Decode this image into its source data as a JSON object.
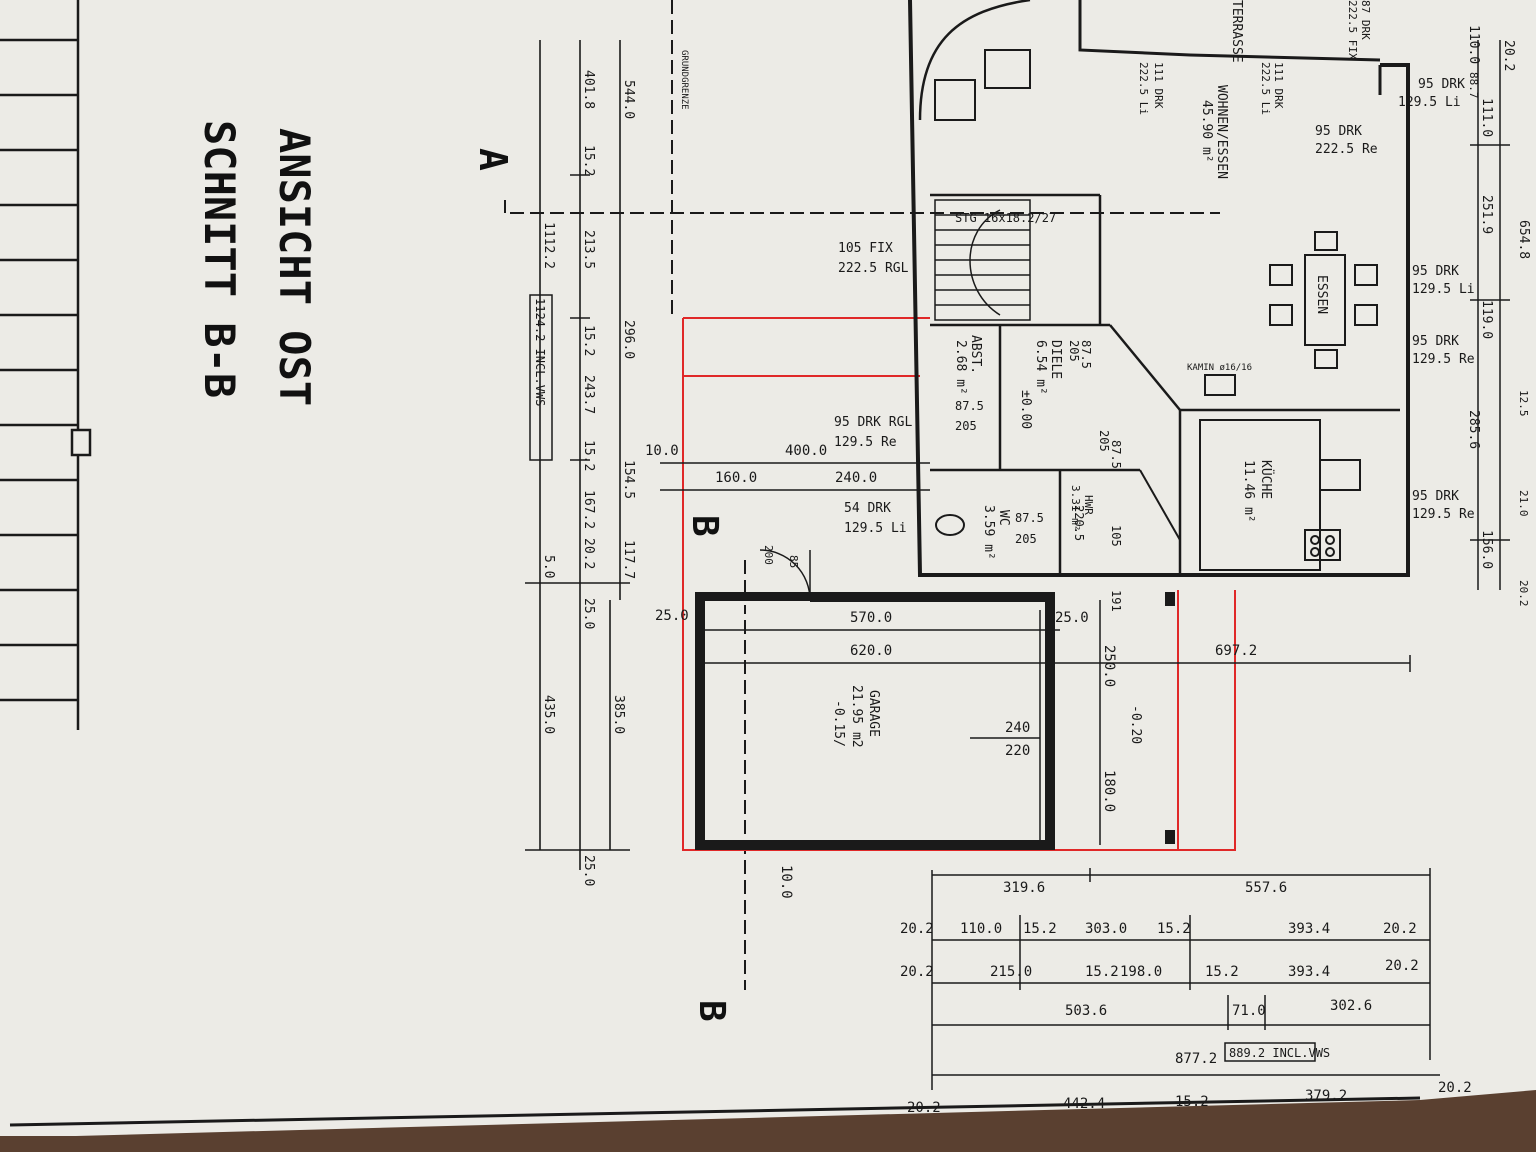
{
  "labels": {
    "title_1": "ANSICHT OST",
    "title_2": "SCHNITT B-B",
    "section_a": "A",
    "section_b_top": "B",
    "section_b_bottom": "B",
    "grundgrenze": "GRUNDGRENZE"
  },
  "rooms": {
    "wohnen": "WOHNEN/ESSEN",
    "wohnen_area": "45.90 m²",
    "essen": "ESSEN",
    "kueche": "KÜCHE",
    "kueche_area": "11.46 m²",
    "diele": "DIELE",
    "diele_area": "6.54 m²",
    "diele_level": "±0.00",
    "abst": "ABST.",
    "abst_area": "2.68 m²",
    "wc": "WC",
    "wc_area": "3.59 m²",
    "hwr": "HWR",
    "hwr_area": "3.31 m²",
    "garage": "GARAGE",
    "garage_area": "21.95 m2",
    "garage_level": "-0.15/",
    "carport_level": "-0.20",
    "kamin": "KAMIN ø16/16",
    "stair": "STG 16x18.2/27",
    "terrasse": "TERRASSE"
  },
  "windows": {
    "w1a": "95 DRK",
    "w1b": "129.5 Li",
    "w2a": "95 DRK",
    "w2b": "222.5 Re",
    "w3a": "95 DRK",
    "w3b": "129.5 Li",
    "w4a": "95 DRK",
    "w4b": "129.5 Re",
    "w5a": "95 DRK",
    "w5b": "129.5 Re",
    "w6a": "105 FIX",
    "w6b": "222.5 RGL",
    "w7a": "95 DRK RGL",
    "w7b": "129.5 Re",
    "w8a": "54 DRK",
    "w8b": "129.5 Li",
    "w9a": "111 DRK",
    "w9b": "222.5 Li",
    "w10a": "111 DRK",
    "w10b": "222.5 Li",
    "w11a": "87 DRK",
    "w11b": "222.5 FIX"
  },
  "dims_left": {
    "d1": "544.0",
    "d2": "296.0",
    "d3": "154.5",
    "d4": "117.7",
    "d5": "385.0",
    "d6": "401.8",
    "d7": "15.2",
    "d8": "213.5",
    "d9": "15.2",
    "d10": "243.7",
    "d11": "15.2",
    "d12": "167.2",
    "d13": "20.2",
    "d14": "25.0",
    "d15": "25.0",
    "d16": "1112.2",
    "d17": "1124.2 INCL.VWS",
    "d18": "5.0",
    "d19": "435.0"
  },
  "dims_mid": {
    "m1": "400.0",
    "m2": "10.0",
    "m3": "160.0",
    "m4": "240.0",
    "m5": "570.0",
    "m6": "620.0",
    "m7": "25.0",
    "m8": "25.0",
    "m9": "240",
    "m10": "220",
    "m11": "200",
    "m12": "85",
    "m13": "250.0",
    "m14": "180.0",
    "m15": "697.2",
    "m16": "10.0",
    "m17": "87.5",
    "m18": "205",
    "m19": "87.5",
    "m20": "205",
    "m21": "87.5",
    "m22": "205",
    "m23": "87.5",
    "m24": "205",
    "m25": "105",
    "m26": "191",
    "m27": "220.5"
  },
  "dims_right": {
    "r1": "110.0",
    "r2": "20.2",
    "r3": "88.7",
    "r4": "111.0",
    "r5": "251.9",
    "r6": "119.0",
    "r7": "285.6",
    "r8": "156.0",
    "r9": "654.8",
    "r10": "12.5",
    "r11": "20.2",
    "r12": "21.0"
  },
  "dims_bottom": {
    "b1": "319.6",
    "b2": "557.6",
    "b3": "20.2",
    "b4": "110.0",
    "b5": "15.2",
    "b6": "303.0",
    "b7": "15.2",
    "b8": "393.4",
    "b9": "20.2",
    "b10": "20.2",
    "b11": "215.0",
    "b12": "15.2",
    "b13": "198.0",
    "b14": "15.2",
    "b15": "393.4",
    "b16": "20.2",
    "b17": "503.6",
    "b18": "71.0",
    "b19": "302.6",
    "b20": "877.2",
    "b21": "889.2 INCL.VWS",
    "b22": "20.2",
    "b23": "442.4",
    "b24": "15.2",
    "b25": "379.2",
    "b26": "20.2"
  },
  "colors": {
    "paper": "#ecebe6",
    "line": "#1a1a1a",
    "highlight": "#e02828",
    "table": "#5a4030"
  }
}
